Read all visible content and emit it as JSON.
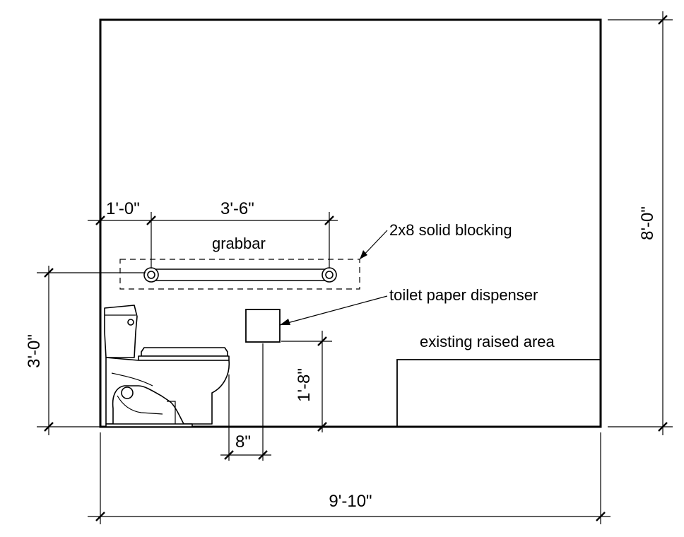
{
  "dimensions": {
    "overall_width": "9'-10\"",
    "overall_height": "8'-0\"",
    "grabbar_offset": "1'-0\"",
    "grabbar_length": "3'-6\"",
    "grabbar_height": "3'-0\"",
    "dispenser_height": "1'-8\"",
    "dispenser_offset": "8\""
  },
  "labels": {
    "grabbar": "grabbar",
    "blocking": "2x8 solid blocking",
    "dispenser": "toilet paper dispenser",
    "raised_area": "existing raised area"
  }
}
